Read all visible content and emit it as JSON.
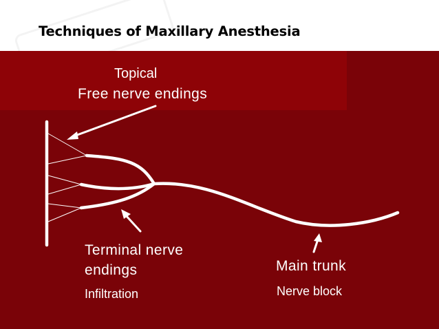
{
  "slide": {
    "title": "Techniques of Maxillary Anesthesia"
  },
  "labels": {
    "topical": "Topical",
    "free_nerve_endings": "Free nerve endings",
    "terminal_nerve_endings": "Terminal nerve\nendings",
    "infiltration": "Infiltration",
    "main_trunk": "Main trunk",
    "nerve_block": "Nerve block"
  },
  "colors": {
    "panel": "#7a0308",
    "panel_highlight": "#8e0307",
    "nerve": "#ffffff",
    "title": "#000000"
  }
}
